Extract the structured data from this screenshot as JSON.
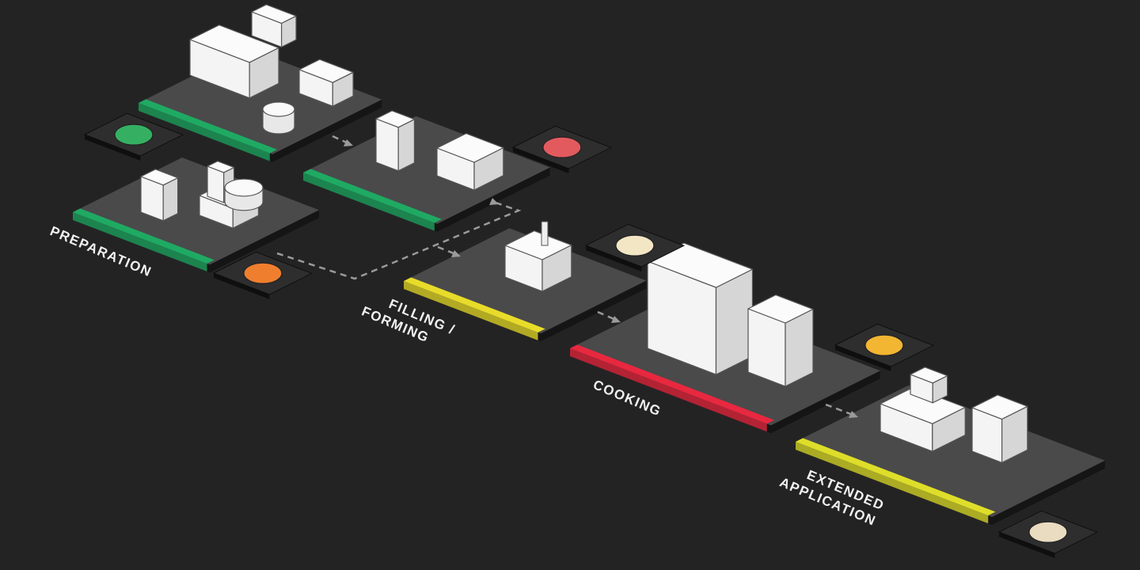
{
  "stages": [
    {
      "id": "preparation",
      "label_lines": [
        "PREPARATION"
      ],
      "color": "#1faa63"
    },
    {
      "id": "filling",
      "label_lines": [
        "FILLING /",
        "FORMING"
      ],
      "color": "#e8dc2a"
    },
    {
      "id": "cooking",
      "label_lines": [
        "COOKING"
      ],
      "color": "#e8283f"
    },
    {
      "id": "extended",
      "label_lines": [
        "EXTENDED",
        "APPLICATION"
      ],
      "color": "#dede2a"
    }
  ],
  "ingredients": [
    {
      "name": "vegetable-icon",
      "color": "#35b063"
    },
    {
      "name": "meat-icon",
      "color": "#e25a5e"
    },
    {
      "name": "flour-bag-icon",
      "color": "#ef7f2e"
    },
    {
      "name": "bun-icon",
      "color": "#f3e6c4"
    },
    {
      "name": "steamer-basket-icon",
      "color": "#f2b632"
    },
    {
      "name": "packaged-buns-icon",
      "color": "#e9dcc0"
    }
  ],
  "colors": {
    "background": "#242324",
    "platform": "#4a4a4b",
    "platform_side": "#151515",
    "machine": "#efefef"
  }
}
